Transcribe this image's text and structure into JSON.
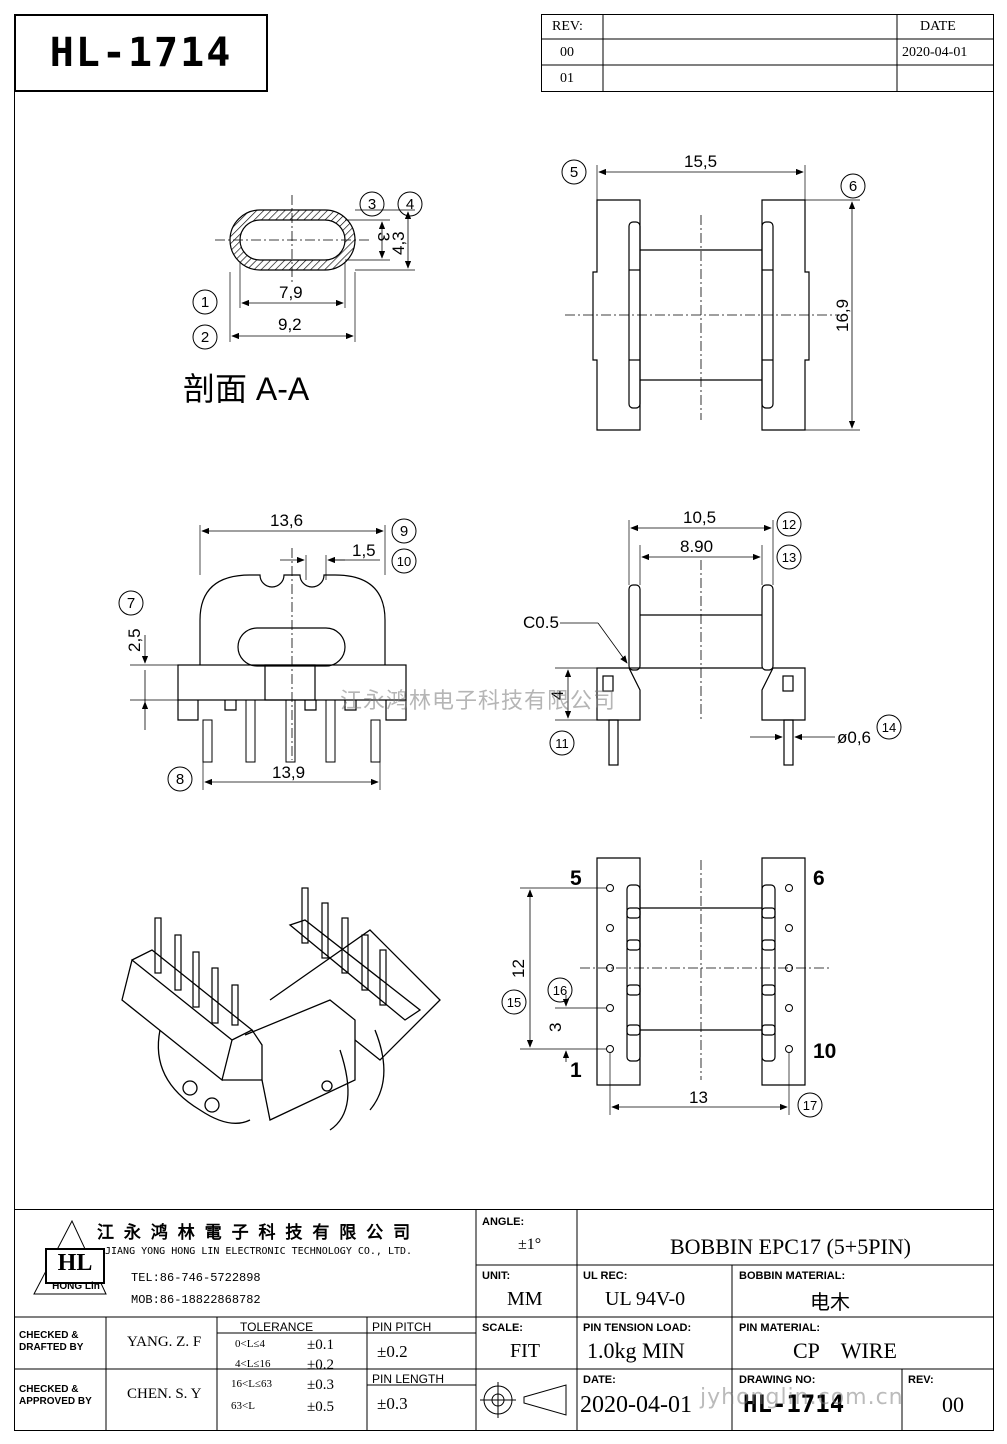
{
  "part_number": "HL-1714",
  "revision_table": {
    "rev_header": "REV:",
    "date_header": "DATE",
    "rows": [
      {
        "rev": "00",
        "date": "2020-04-01"
      },
      {
        "rev": "01",
        "date": ""
      }
    ]
  },
  "section_label": "剖面 A-A",
  "dimensions": {
    "inner_width": "7,9",
    "outer_width": "9,2",
    "inner_height": "3",
    "outer_height": "4,3",
    "top_width": "15,5",
    "top_height": "16,9",
    "front_width": "13,6",
    "slot_width": "1,5",
    "flange_height": "2,5",
    "pin_span_front": "13,9",
    "side_outer": "10,5",
    "side_inner": "8.90",
    "chamfer": "C0.5",
    "base_height": "4",
    "pin_diameter": "ø0,6",
    "pin_row_length": "12",
    "pin_pitch": "3",
    "pin_row_span": "13"
  },
  "callouts": [
    "1",
    "2",
    "3",
    "4",
    "5",
    "6",
    "7",
    "8",
    "9",
    "10",
    "11",
    "12",
    "13",
    "14",
    "15",
    "16",
    "17"
  ],
  "pin_labels": {
    "p5": "5",
    "p6": "6",
    "p1": "1",
    "p10": "10"
  },
  "watermark": "江永鸿林电子科技有限公司",
  "watermark_url": "jyhonglin.com.cn",
  "title_block": {
    "company_cn": "江 永 鸿 林 電 子 科 技 有 限 公 司",
    "company_en": "JIANG YONG HONG LIN ELECTRONIC TECHNOLOGY CO., LTD.",
    "logo_text": "HL",
    "logo_sub": "HONG Lin",
    "tel": "TEL:86-746-5722898",
    "mob": "MOB:86-18822868782",
    "angle_label": "ANGLE:",
    "angle_value": "±1°",
    "title": "BOBBIN EPC17 (5+5PIN)",
    "unit_label": "UNIT:",
    "unit_value": "MM",
    "ul_label": "UL REC:",
    "ul_value": "UL 94V-0",
    "bobbin_mat_label": "BOBBIN MATERIAL:",
    "bobbin_mat_value": "电木",
    "checked_drafted_label": "CHECKED & DRAFTED BY",
    "checked_drafted_value": "YANG. Z. F",
    "checked_approved_label": "CHECKED & APPROVED BY",
    "checked_approved_value": "CHEN. S. Y",
    "tolerance_label": "TOLERANCE",
    "tolerance_rows": [
      {
        "range": "0<L≤4",
        "tol": "±0.1"
      },
      {
        "range": "4<L≤16",
        "tol": "±0.2"
      },
      {
        "range": "16<L≤63",
        "tol": "±0.3"
      },
      {
        "range": "63<L",
        "tol": "±0.5"
      }
    ],
    "pin_pitch_label": "PIN PITCH",
    "pin_pitch_value": "±0.2",
    "pin_length_label": "PIN LENGTH",
    "pin_length_value": "±0.3",
    "scale_label": "SCALE:",
    "scale_value": "FIT",
    "tension_label": "PIN TENSION LOAD:",
    "tension_value": "1.0kg MIN",
    "pin_mat_label": "PIN MATERIAL:",
    "pin_mat_value": "CP    WIRE",
    "date_label": "DATE:",
    "date_value": "2020-04-01",
    "drawing_no_label": "DRAWING NO:",
    "drawing_no_value": "HL-1714",
    "rev_label": "REV:",
    "rev_value": "00"
  }
}
